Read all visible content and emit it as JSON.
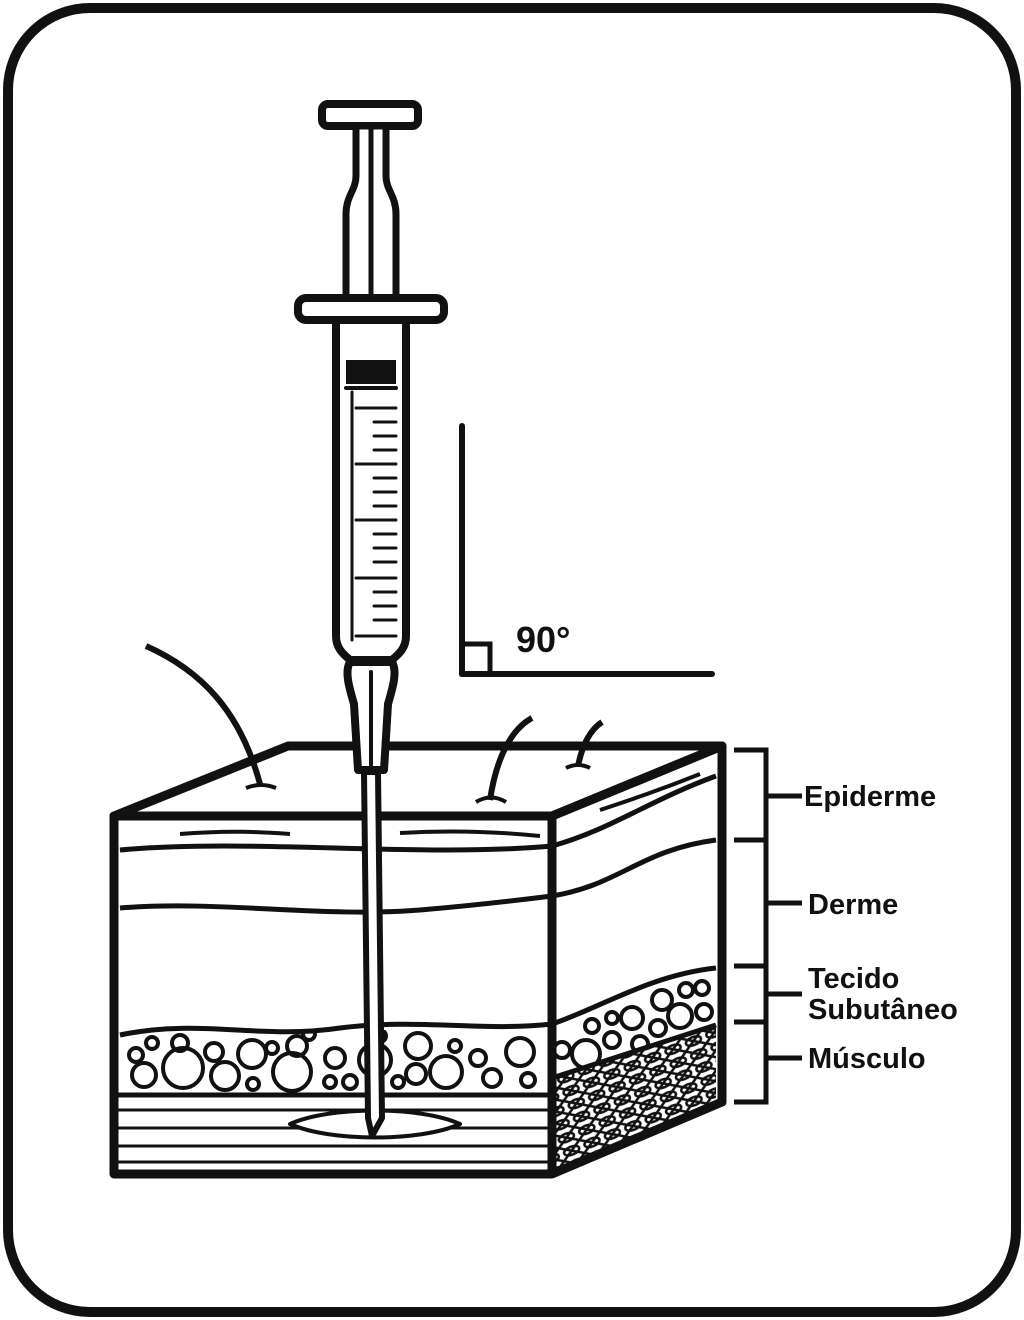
{
  "diagram": {
    "angle_label": "90°",
    "layers": [
      {
        "id": "epiderme",
        "label": "Epiderme"
      },
      {
        "id": "derme",
        "label": "Derme"
      },
      {
        "id": "tecido",
        "label": "Tecido",
        "label2": "Subutâneo"
      },
      {
        "id": "musculo",
        "label": "Músculo"
      }
    ]
  },
  "colors": {
    "ink": "#111111",
    "background": "#ffffff"
  }
}
